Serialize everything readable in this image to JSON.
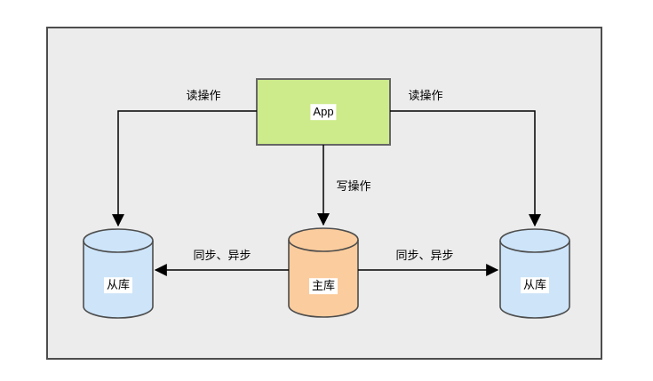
{
  "nodes": [
    {
      "id": "app",
      "type": "rect",
      "label": "App"
    },
    {
      "id": "master-db",
      "type": "cylinder",
      "label": "主库"
    },
    {
      "id": "slave-left",
      "type": "cylinder",
      "label": "从库"
    },
    {
      "id": "slave-right",
      "type": "cylinder",
      "label": "从库"
    }
  ],
  "edges": [
    {
      "from": "app",
      "to": "slave-left",
      "label": "读操作"
    },
    {
      "from": "app",
      "to": "slave-right",
      "label": "读操作"
    },
    {
      "from": "app",
      "to": "master-db",
      "label": "写操作"
    },
    {
      "from": "master-db",
      "to": "slave-left",
      "label": "同步、异步"
    },
    {
      "from": "master-db",
      "to": "slave-right",
      "label": "同步、异步"
    }
  ],
  "colors": {
    "page_bg": "#ffffff",
    "canvas_bg": "#ececec",
    "canvas_border": "#4d4d4d",
    "app_fill": "#cdeb8b",
    "app_border": "#666666",
    "master_fill": "#fbcc9d",
    "slave_fill": "#cde4f9",
    "cylinder_border": "#4d4d4d",
    "edge_color": "#000000",
    "label_bg": "#ffffff",
    "text_color": "#000000"
  }
}
